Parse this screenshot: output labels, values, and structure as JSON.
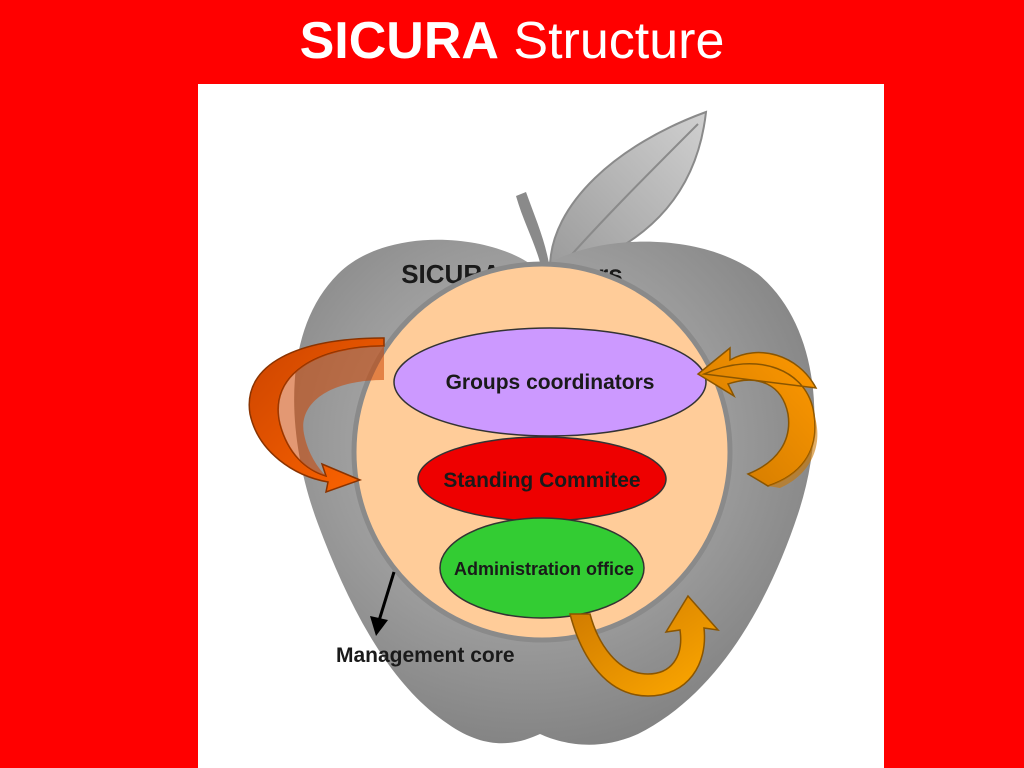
{
  "slide": {
    "title_strong": "SICURA",
    "title_rest": "Structure"
  },
  "diagram": {
    "outer_label": "SICURA members",
    "layers": [
      {
        "label": "Groups coordinators",
        "color": "#cc99ff"
      },
      {
        "label": "Standing Commitee",
        "color": "#ee0000"
      },
      {
        "label": "Administration office",
        "color": "#33cc33"
      }
    ],
    "core_label": "Management core",
    "colors": {
      "background": "#ff0000",
      "apple": "#9a9a9a",
      "members_circle": "#ffcc99",
      "arrow_left": "#ff6600",
      "arrow_right": "#ff9900",
      "arrow_bottom": "#ff9900"
    }
  }
}
